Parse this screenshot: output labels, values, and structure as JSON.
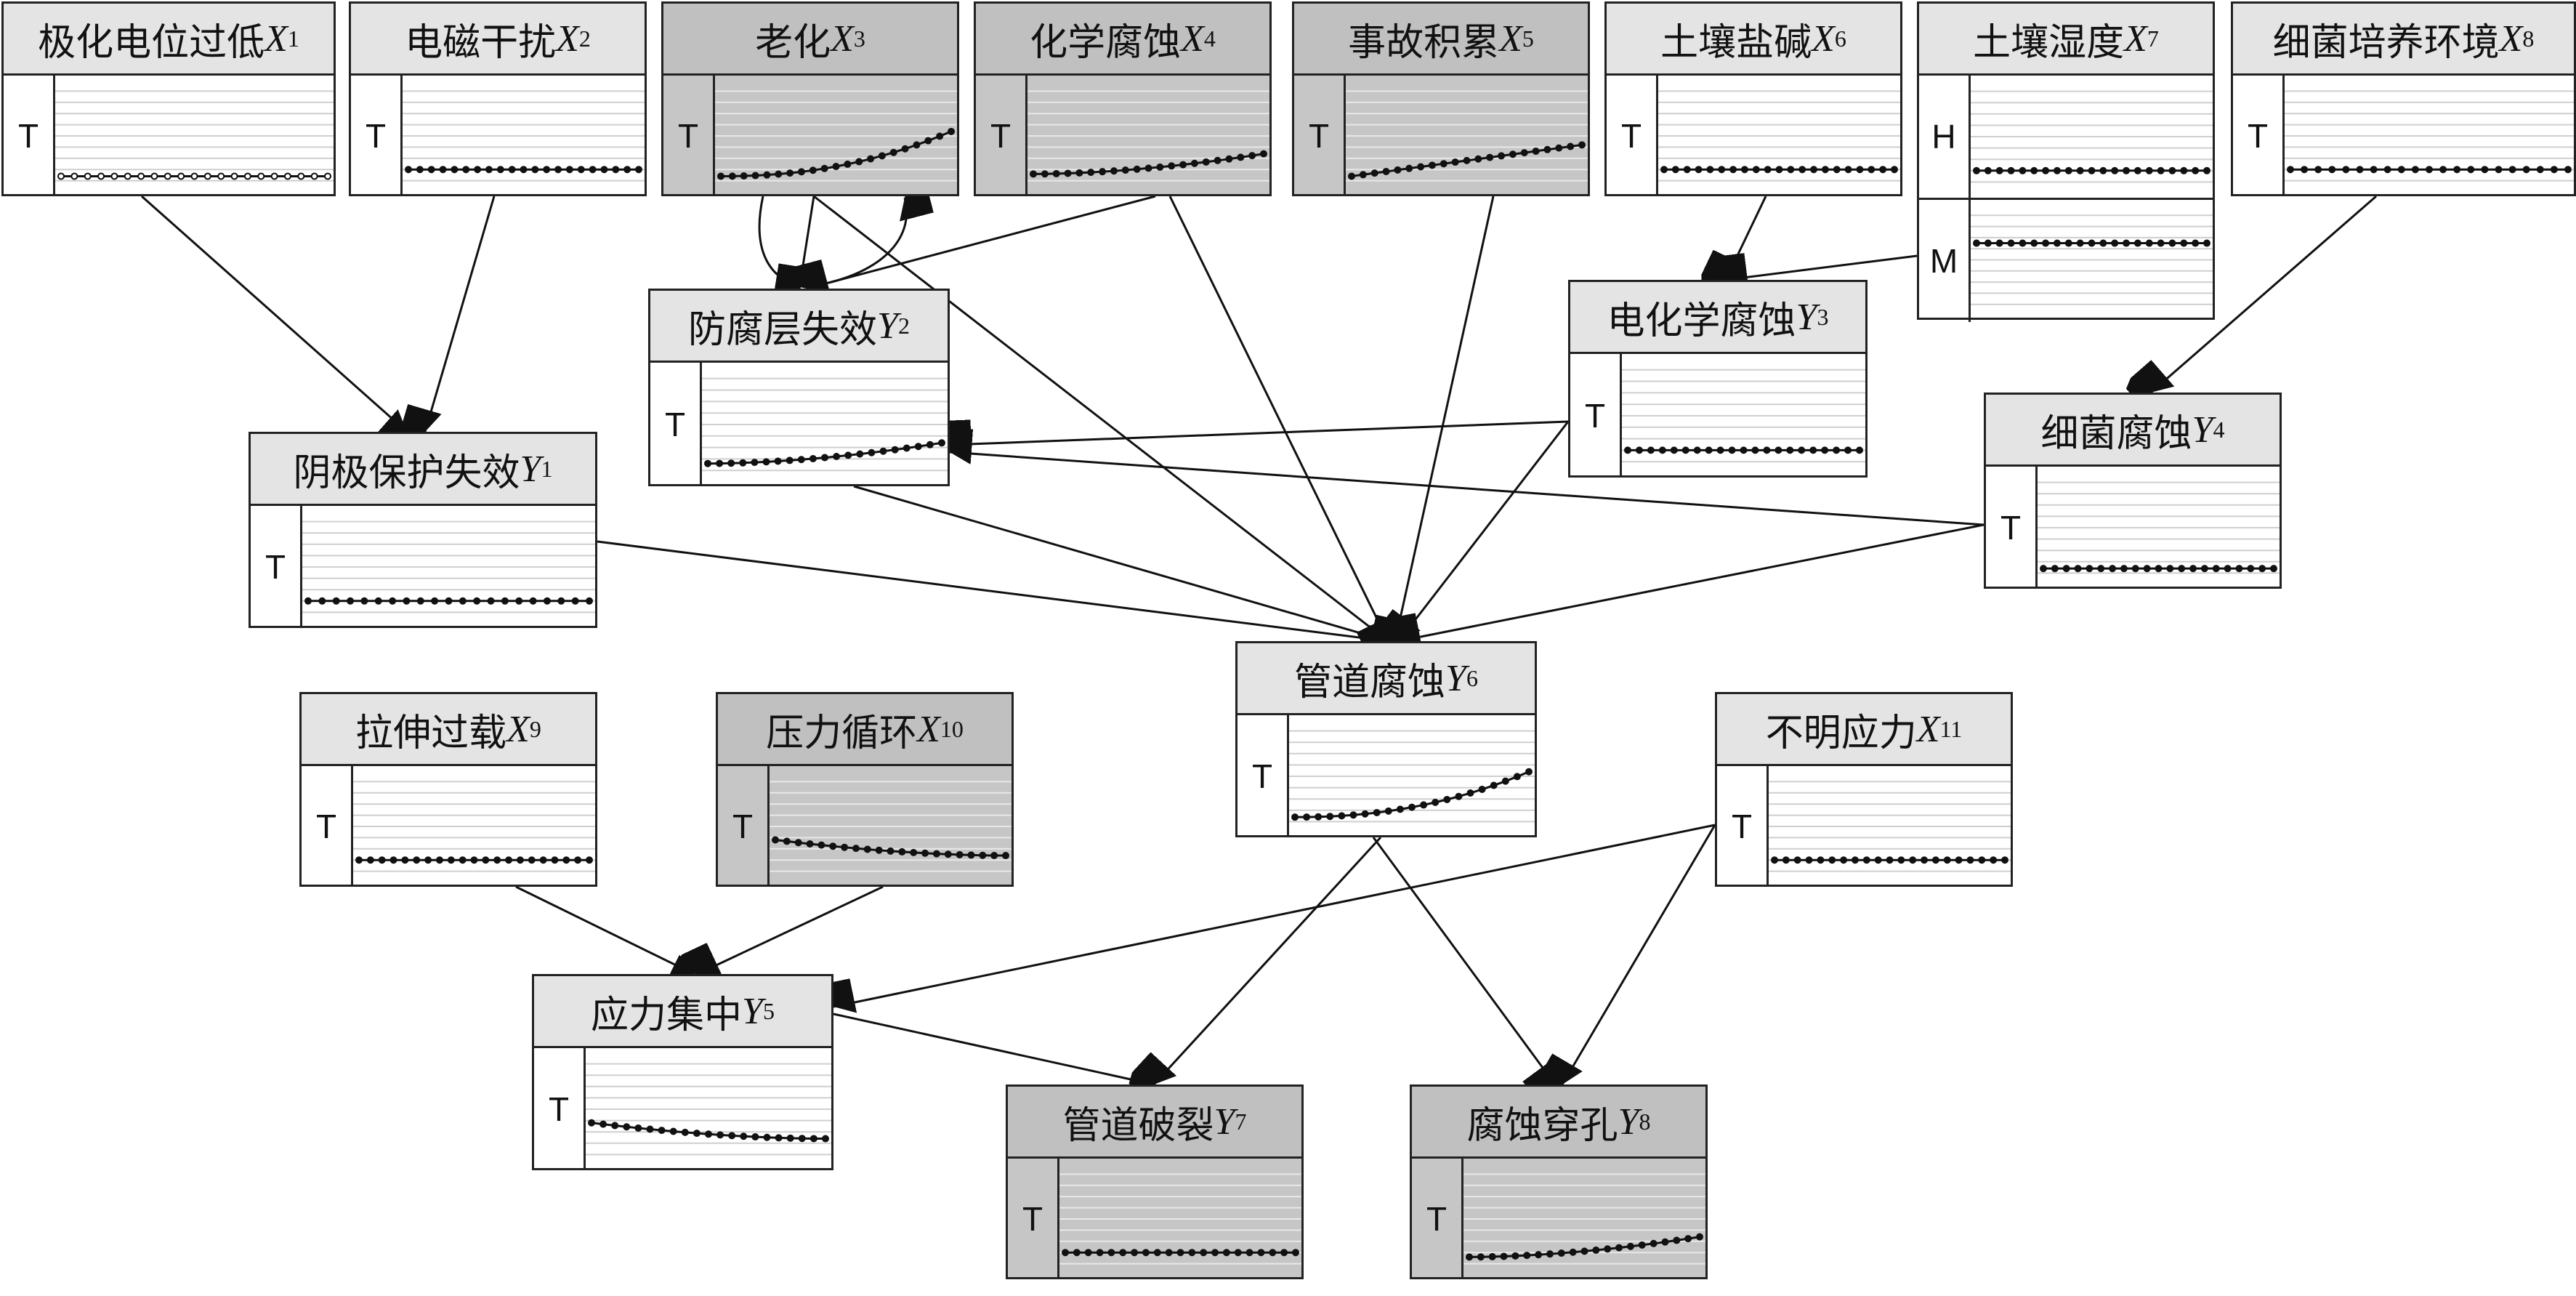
{
  "nodes": [
    {
      "id": "x1",
      "label": "极化电位过低",
      "var": "X",
      "sub": "1",
      "shaded": false,
      "rows": [
        {
          "label": "T",
          "trend": "flat-low",
          "hollow": true
        }
      ]
    },
    {
      "id": "x2",
      "label": "电磁干扰",
      "var": "X",
      "sub": "2",
      "shaded": false,
      "rows": [
        {
          "label": "T",
          "trend": "flat"
        }
      ]
    },
    {
      "id": "x3",
      "label": "老化",
      "var": "X",
      "sub": "3",
      "shaded": true,
      "rows": [
        {
          "label": "T",
          "trend": "rise-curve"
        }
      ]
    },
    {
      "id": "x4",
      "label": "化学腐蚀",
      "var": "X",
      "sub": "4",
      "shaded": true,
      "rows": [
        {
          "label": "T",
          "trend": "rise-slight"
        }
      ]
    },
    {
      "id": "x5",
      "label": "事故积累",
      "var": "X",
      "sub": "5",
      "shaded": true,
      "rows": [
        {
          "label": "T",
          "trend": "rise-linear"
        }
      ]
    },
    {
      "id": "x6",
      "label": "土壤盐碱",
      "var": "X",
      "sub": "6",
      "shaded": false,
      "rows": [
        {
          "label": "T",
          "trend": "flat"
        }
      ]
    },
    {
      "id": "x7",
      "label": "土壤湿度",
      "var": "X",
      "sub": "7",
      "shaded": false,
      "rows": [
        {
          "label": "H",
          "trend": "flat"
        },
        {
          "label": "M",
          "trend": "flat-high"
        }
      ]
    },
    {
      "id": "x8",
      "label": "细菌培养环境",
      "var": "X",
      "sub": "8",
      "shaded": false,
      "rows": [
        {
          "label": "T",
          "trend": "flat"
        }
      ]
    },
    {
      "id": "y2",
      "label": "防腐层失效",
      "var": "Y",
      "sub": "2",
      "shaded": false,
      "rows": [
        {
          "label": "T",
          "trend": "rise-slight"
        }
      ]
    },
    {
      "id": "y3",
      "label": "电化学腐蚀",
      "var": "Y",
      "sub": "3",
      "shaded": false,
      "rows": [
        {
          "label": "T",
          "trend": "flat"
        }
      ]
    },
    {
      "id": "y1",
      "label": "阴极保护失效",
      "var": "Y",
      "sub": "1",
      "shaded": false,
      "rows": [
        {
          "label": "T",
          "trend": "flat"
        }
      ]
    },
    {
      "id": "y4",
      "label": "细菌腐蚀",
      "var": "Y",
      "sub": "4",
      "shaded": false,
      "rows": [
        {
          "label": "T",
          "trend": "flat-low"
        }
      ]
    },
    {
      "id": "y6",
      "label": "管道腐蚀",
      "var": "Y",
      "sub": "6",
      "shaded": false,
      "rows": [
        {
          "label": "T",
          "trend": "rise-curve"
        }
      ]
    },
    {
      "id": "x9",
      "label": "拉伸过载",
      "var": "X",
      "sub": "9",
      "shaded": false,
      "rows": [
        {
          "label": "T",
          "trend": "flat"
        }
      ]
    },
    {
      "id": "x10",
      "label": "压力循环",
      "var": "X",
      "sub": "10",
      "shaded": true,
      "rows": [
        {
          "label": "T",
          "trend": "decline"
        }
      ]
    },
    {
      "id": "x11",
      "label": "不明应力",
      "var": "X",
      "sub": "11",
      "shaded": false,
      "rows": [
        {
          "label": "T",
          "trend": "flat"
        }
      ]
    },
    {
      "id": "y5",
      "label": "应力集中",
      "var": "Y",
      "sub": "5",
      "shaded": false,
      "rows": [
        {
          "label": "T",
          "trend": "decline"
        }
      ]
    },
    {
      "id": "y7",
      "label": "管道破裂",
      "var": "Y",
      "sub": "7",
      "shaded": true,
      "rows": [
        {
          "label": "T",
          "trend": "flat"
        }
      ]
    },
    {
      "id": "y8",
      "label": "腐蚀穿孔",
      "var": "Y",
      "sub": "8",
      "shaded": true,
      "rows": [
        {
          "label": "T",
          "trend": "rise-slight"
        }
      ]
    }
  ],
  "edges": [
    {
      "from": "x1",
      "to": "y1"
    },
    {
      "from": "x2",
      "to": "y1"
    },
    {
      "from": "x3",
      "to": "y2"
    },
    {
      "from": "x3",
      "to": "x3",
      "loop": true
    },
    {
      "from": "x4",
      "to": "y2"
    },
    {
      "from": "x3",
      "to": "y6"
    },
    {
      "from": "x4",
      "to": "y6"
    },
    {
      "from": "x5",
      "to": "y6"
    },
    {
      "from": "x6",
      "to": "y3"
    },
    {
      "from": "x7",
      "to": "y3"
    },
    {
      "from": "x8",
      "to": "y4"
    },
    {
      "from": "y3",
      "to": "y2"
    },
    {
      "from": "y4",
      "to": "y2"
    },
    {
      "from": "y1",
      "to": "y6"
    },
    {
      "from": "y2",
      "to": "y6"
    },
    {
      "from": "y3",
      "to": "y6"
    },
    {
      "from": "y4",
      "to": "y6"
    },
    {
      "from": "x9",
      "to": "y5"
    },
    {
      "from": "x10",
      "to": "y5"
    },
    {
      "from": "x11",
      "to": "y5"
    },
    {
      "from": "x11",
      "to": "y8"
    },
    {
      "from": "y5",
      "to": "y7"
    },
    {
      "from": "y6",
      "to": "y7"
    },
    {
      "from": "y6",
      "to": "y8"
    }
  ]
}
